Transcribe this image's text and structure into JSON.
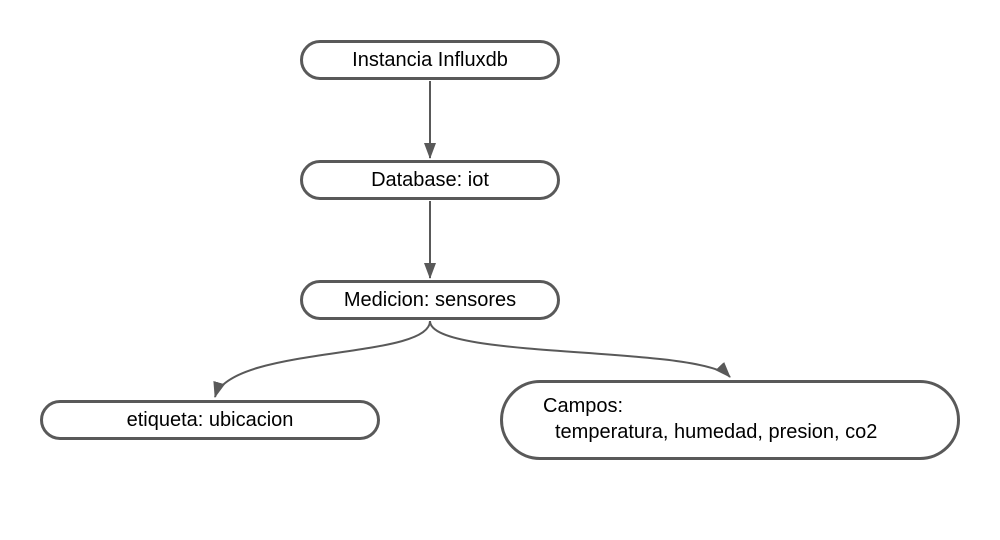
{
  "diagram": {
    "nodes": {
      "instancia": {
        "label": "Instancia Influxdb"
      },
      "database": {
        "label": "Database: iot"
      },
      "medicion": {
        "label": "Medicion: sensores"
      },
      "etiqueta": {
        "label": "etiqueta: ubicacion"
      },
      "campos": {
        "title": "Campos:",
        "fields": "temperatura, humedad, presion, co2"
      }
    },
    "edges": [
      {
        "from": "instancia",
        "to": "database"
      },
      {
        "from": "database",
        "to": "medicion"
      },
      {
        "from": "medicion",
        "to": "etiqueta"
      },
      {
        "from": "medicion",
        "to": "campos"
      }
    ],
    "colors": {
      "stroke": "#595959",
      "background": "#ffffff",
      "text": "#000000"
    }
  }
}
